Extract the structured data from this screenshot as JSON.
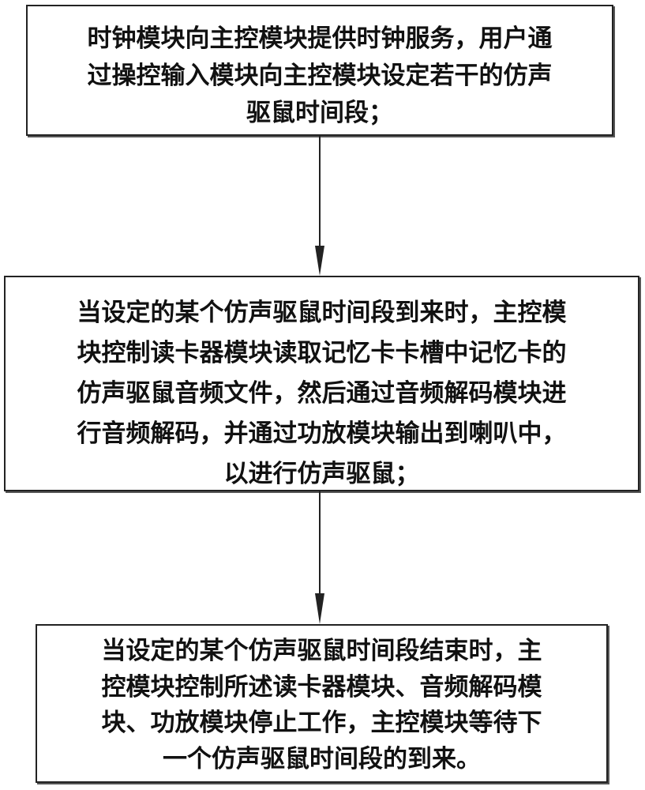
{
  "steps": [
    {
      "lines": [
        "时钟模块向主控模块提供时钟服务，用户通",
        "过操控输入模块向主控模块设定若干的仿声",
        "驱鼠时间段；"
      ]
    },
    {
      "lines": [
        "当设定的某个仿声驱鼠时间段到来时，主控模",
        "块控制读卡器模块读取记忆卡卡槽中记忆卡的",
        "仿声驱鼠音频文件，然后通过音频解码模块进",
        "行音频解码，并通过功放模块输出到喇叭中，",
        "以进行仿声驱鼠；"
      ]
    },
    {
      "lines": [
        "当设定的某个仿声驱鼠时间段结束时，主",
        "控模块控制所述读卡器模块、音频解码模",
        "块、功放模块停止工作，主控模块等待下",
        "一个仿声驱鼠时间段的到来。"
      ]
    }
  ]
}
